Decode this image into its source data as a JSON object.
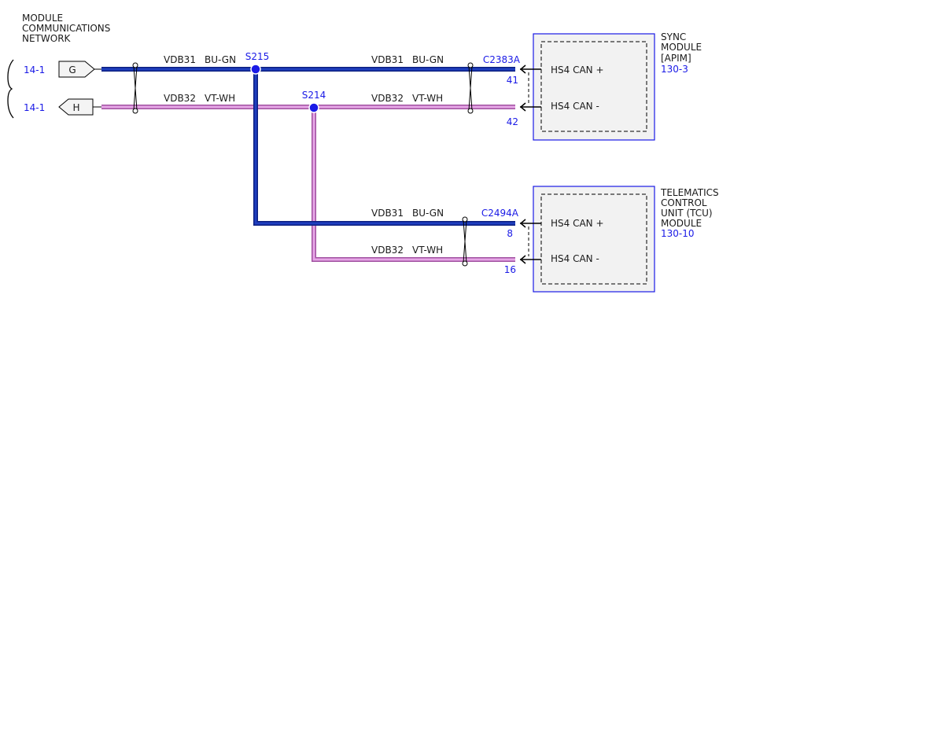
{
  "network": {
    "title_lines": [
      "MODULE",
      "COMMUNICATIONS",
      "NETWORK"
    ],
    "ref_g": "14-1",
    "ref_h": "14-1",
    "connector_g": "G",
    "connector_h": "H"
  },
  "wires": {
    "top_bu": {
      "circuit": "VDB31",
      "color": "BU-GN"
    },
    "top_vt": {
      "circuit": "VDB32",
      "color": "VT-WH"
    },
    "sync_bu": {
      "circuit": "VDB31",
      "color": "BU-GN"
    },
    "sync_vt": {
      "circuit": "VDB32",
      "color": "VT-WH"
    },
    "tcu_bu": {
      "circuit": "VDB31",
      "color": "BU-GN"
    },
    "tcu_vt": {
      "circuit": "VDB32",
      "color": "VT-WH"
    }
  },
  "splices": {
    "s215": "S215",
    "s214": "S214"
  },
  "sync_module": {
    "connector": "C2383A",
    "pin_plus": "41",
    "pin_minus": "42",
    "plus_label": "HS4 CAN +",
    "minus_label": "HS4 CAN -",
    "name_lines": [
      "SYNC",
      "MODULE",
      "[APIM]"
    ],
    "ref": "130-3"
  },
  "tcu_module": {
    "connector": "C2494A",
    "pin_plus": "8",
    "pin_minus": "16",
    "plus_label": "HS4 CAN +",
    "minus_label": "HS4 CAN -",
    "name_lines": [
      "TELEMATICS",
      "CONTROL",
      "UNIT (TCU)",
      "MODULE"
    ],
    "ref": "130-10"
  },
  "colors": {
    "bu_gn_wire": "#1f3fbf",
    "bu_gn_outline": "#0c1f80",
    "vt_wh_wire": "#e6a6e6",
    "vt_wh_outline": "#a050a0",
    "reference_text": "#1a1ae6",
    "module_fill": "#f2f2f2",
    "module_border": "#1a1ae6"
  }
}
